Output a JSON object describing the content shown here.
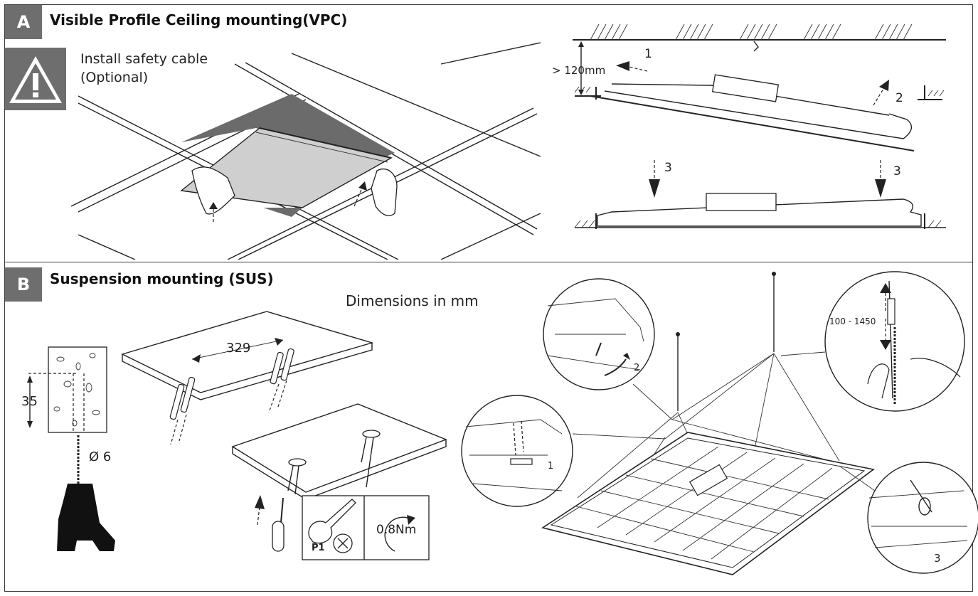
{
  "section_a": {
    "badge": "A",
    "title": "Visible Profile Ceiling mounting(VPC)",
    "safety_line1": "Install safety cable",
    "safety_line2": "(Optional)",
    "clearance": "> 120mm",
    "step1": "1",
    "step2": "2",
    "step3a": "3",
    "step3b": "3"
  },
  "section_b": {
    "badge": "B",
    "title": "Suspension mounting (SUS)",
    "dimensions_note": "Dimensions in mm",
    "drill_depth": "35",
    "drill_diameter": "Ø 6",
    "hole_spacing": "329",
    "tool_label": "P1",
    "torque": "0.8Nm",
    "cable_length": "100 - 1450",
    "detail1": "1",
    "detail2": "2",
    "detail3": "3"
  },
  "colors": {
    "badge_bg": "#6e6e6e",
    "ceiling_tile_dark": "#6b6b6b",
    "panel_light": "#cfcfcf",
    "line": "#222222"
  },
  "icons": [
    "warning-icon",
    "drill-icon",
    "screwdriver-icon",
    "torque-arrow-icon",
    "no-cross-icon"
  ]
}
